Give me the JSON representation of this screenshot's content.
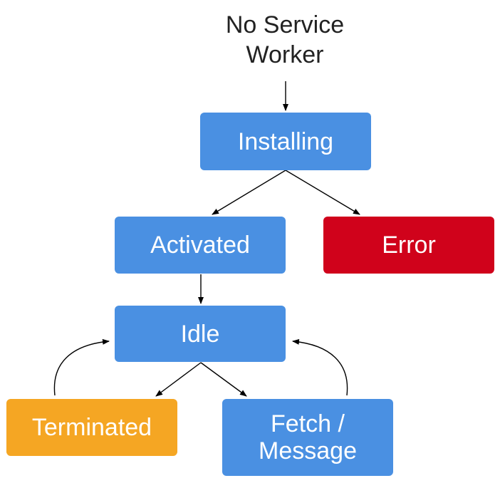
{
  "diagram": {
    "start_state": [
      "No Service",
      "Worker"
    ],
    "nodes": {
      "installing": "Installing",
      "activated": "Activated",
      "error": "Error",
      "idle": "Idle",
      "terminated": "Terminated",
      "fetch_message": [
        "Fetch /",
        "Message"
      ]
    },
    "colors": {
      "primary": "#4a90e2",
      "error": "#d0021b",
      "terminated": "#f5a623",
      "arrow": "#000000",
      "text_dark": "#222222",
      "text_light": "#ffffff"
    }
  }
}
